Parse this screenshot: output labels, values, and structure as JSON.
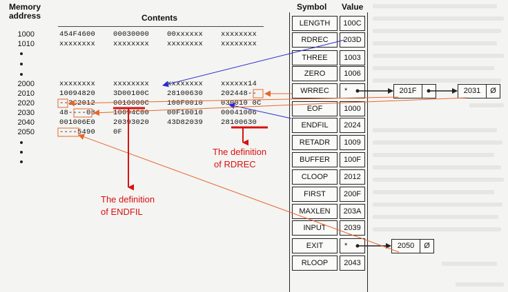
{
  "headers": {
    "memory_line1": "Memory",
    "memory_line2": "address",
    "contents": "Contents",
    "symbol": "Symbol",
    "value": "Value"
  },
  "memory_rows": [
    {
      "address": "1000",
      "cells": [
        "454F4600",
        "00030000",
        "00xxxxxx",
        "xxxxxxxx"
      ]
    },
    {
      "address": "1010",
      "cells": [
        "xxxxxxxx",
        "xxxxxxxx",
        "xxxxxxxx",
        "xxxxxxxx"
      ]
    },
    {
      "address": "2000",
      "cells": [
        "xxxxxxxx",
        "xxxxxxxx",
        "xxxxxxxx",
        "xxxxxx14"
      ]
    },
    {
      "address": "2010",
      "cells": [
        "10094820",
        "3D00100C",
        "28100630",
        "202448--"
      ]
    },
    {
      "address": "2020",
      "cells": [
        "--3C2012",
        "0010000C",
        "100F0010",
        "030010 0C"
      ]
    },
    {
      "address": "2030",
      "cells": [
        "48----08",
        "10094C00",
        "00F10010",
        "00041006"
      ]
    },
    {
      "address": "2040",
      "cells": [
        "001006E0",
        "20393020",
        "43D82039",
        "28100630"
      ]
    },
    {
      "address": "2050",
      "cells": [
        "----5490",
        "0F",
        "",
        ""
      ]
    }
  ],
  "symbols": [
    {
      "symbol": "LENGTH",
      "value": "100C"
    },
    {
      "symbol": "RDREC",
      "value": "203D"
    },
    {
      "symbol": "THREE",
      "value": "1003"
    },
    {
      "symbol": "ZERO",
      "value": "1006"
    },
    {
      "symbol": "WRREC",
      "value": "*"
    },
    {
      "symbol": "EOF",
      "value": "1000"
    },
    {
      "symbol": "ENDFIL",
      "value": "2024"
    },
    {
      "symbol": "RETADR",
      "value": "1009"
    },
    {
      "symbol": "BUFFER",
      "value": "100F"
    },
    {
      "symbol": "CLOOP",
      "value": "2012"
    },
    {
      "symbol": "FIRST",
      "value": "200F"
    },
    {
      "symbol": "MAXLEN",
      "value": "203A"
    },
    {
      "symbol": "INPUT",
      "value": "2039"
    },
    {
      "symbol": "EXIT",
      "value": "*"
    },
    {
      "symbol": "RLOOP",
      "value": "2043"
    }
  ],
  "wrrec_chain": [
    {
      "value": "201F",
      "pointer": ""
    },
    {
      "value": "2031",
      "pointer": "Ø"
    }
  ],
  "exit_chain": [
    {
      "value": "2050",
      "pointer": "Ø"
    }
  ],
  "annotations": {
    "rdrec_line1": "The definition",
    "rdrec_line2": "of RDREC",
    "endfil_line1": "The definition",
    "endfil_line2": "of ENDFIL"
  },
  "colors": {
    "annotation_red": "#d81010",
    "rdrec_arrow_blue": "#2a2ad0",
    "forward_ref_orange": "#e8662a"
  }
}
